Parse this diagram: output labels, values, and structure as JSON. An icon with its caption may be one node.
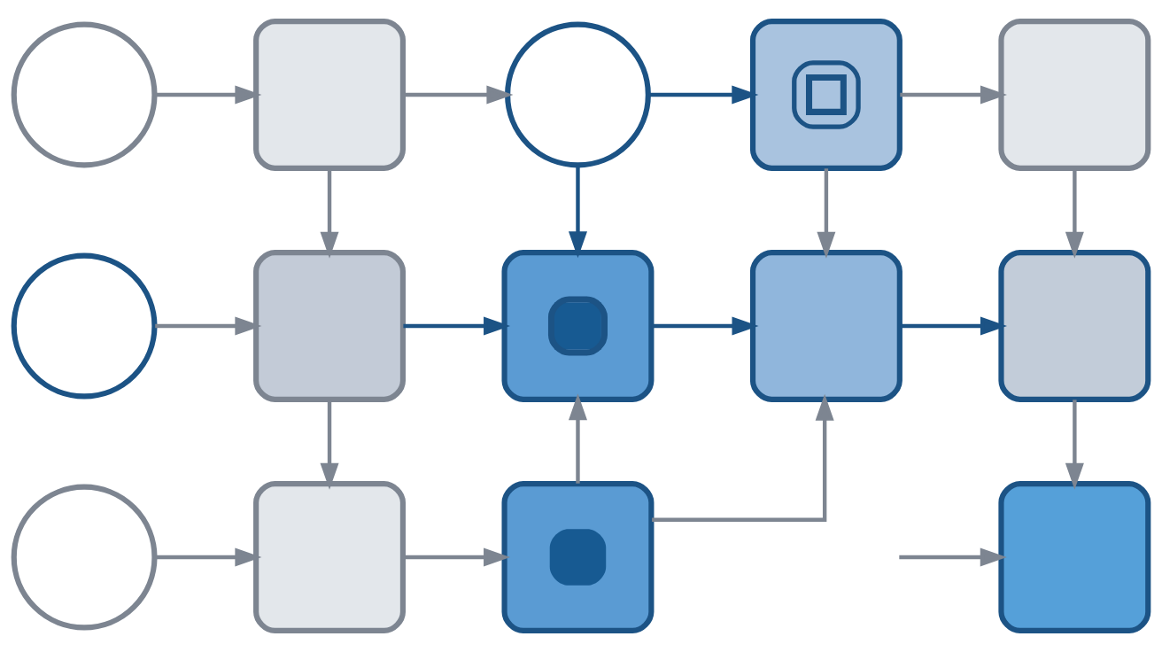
{
  "diagram": {
    "nodes": [
      {
        "text": [],
        "shape": "circle"
      },
      {
        "text": [],
        "shape": "box"
      },
      {
        "text": [],
        "shape": "circle"
      },
      {
        "text": [],
        "shape": "box"
      },
      {
        "text": [],
        "shape": "box"
      },
      {
        "text": [],
        "shape": "circle"
      },
      {
        "text": [],
        "shape": "box"
      },
      {
        "text": [],
        "shape": "box"
      },
      {
        "text": [],
        "shape": "box"
      },
      {
        "text": [],
        "shape": "box"
      },
      {
        "text": [],
        "shape": "circle"
      },
      {
        "text": [],
        "shape": "box"
      },
      {
        "text": [],
        "shape": "box"
      },
      {
        "text": [],
        "shape": "box"
      }
    ],
    "edges": [
      {
        "from": 0,
        "to": 1,
        "arrow": "to"
      },
      {
        "from": 1,
        "to": 2,
        "arrow": "to"
      },
      {
        "from": 2,
        "to": 3,
        "arrow": "to",
        "color": "#1c5385"
      },
      {
        "from": 3,
        "to": 4,
        "arrow": "to"
      },
      {
        "from": 1,
        "to": 6,
        "arrow": "to"
      },
      {
        "from": 2,
        "to": 7,
        "arrow": "to",
        "color": "#1c5385"
      },
      {
        "from": 3,
        "to": 8,
        "arrow": "to"
      },
      {
        "from": 4,
        "to": 9,
        "arrow": "to"
      },
      {
        "from": 5,
        "to": 6,
        "arrow": "to"
      },
      {
        "from": 6,
        "to": 7,
        "arrow": "to",
        "color": "#1c5385"
      },
      {
        "from": 7,
        "to": 8,
        "arrow": "to",
        "color": "#1c5385"
      },
      {
        "from": 8,
        "to": 9,
        "arrow": "to",
        "color": "#1c5385"
      },
      {
        "from": 6,
        "to": 11,
        "arrow": "to"
      },
      {
        "from": 9,
        "to": 13,
        "arrow": "to"
      },
      {
        "from": 12,
        "to": 7,
        "arrow": "to"
      },
      {
        "from": 10,
        "to": 11,
        "arrow": "to"
      },
      {
        "from": 11,
        "to": 12,
        "arrow": "to"
      },
      {
        "from": 12,
        "to": 8,
        "arrow": "to"
      },
      {
        "from": null,
        "to": 13,
        "arrow": "to"
      }
    ]
  }
}
